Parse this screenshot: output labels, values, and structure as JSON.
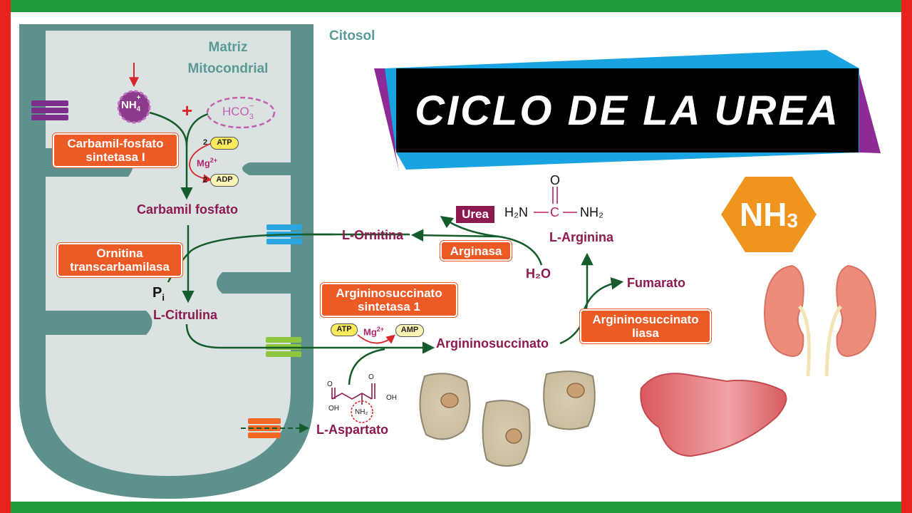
{
  "title": "CICLO DE LA UREA",
  "regions": {
    "cytosol": "Citosol",
    "matrix_line1": "Matriz",
    "matrix_line2": "Mitocondrial"
  },
  "metabolites": {
    "nh4": "NH",
    "nh4_sub": "4",
    "nh4_sup": "+",
    "hco3": "HCO",
    "hco3_sub": "3",
    "hco3_sup": "−",
    "carbamoyl_phosphate": "Carbamil fosfato",
    "citrulline": "L-Citrulina",
    "ornithine": "L-Ornitina",
    "arginine": "L-Arginina",
    "argininosuccinate": "Argininosuccinato",
    "fumarate": "Fumarato",
    "aspartate": "L-Aspartato",
    "water": "H₂O",
    "urea": "Urea",
    "pi_main": "P",
    "pi_sub": "i",
    "plus_sign": "+"
  },
  "cofactors": {
    "atp": "ATP",
    "adp": "ADP",
    "amp": "AMP",
    "coef_2a": "2",
    "coef_2b": "2",
    "mg": "Mg",
    "mg_sup": "2+"
  },
  "enzymes": {
    "cps1_line1": "Carbamil-fosfato",
    "cps1_line2": "sintetasa I",
    "otc_line1": "Ornitina",
    "otc_line2": "transcarbamilasa",
    "ass_line1": "Argininosuccinato",
    "ass_line2": "sintetasa 1",
    "asl_line1": "Argininosuccinato",
    "asl_line2": "liasa",
    "arginase": "Arginasa"
  },
  "urea_formula": {
    "o": "O",
    "left": "H₂N",
    "c": "C",
    "right": "NH₂"
  },
  "aspartate_structure": {
    "o_left": "O",
    "o_right": "O",
    "oh_left": "OH",
    "oh_right": "OH",
    "nh2": "NH₂"
  },
  "nh3_badge": {
    "main": "NH",
    "sub": "3"
  },
  "colors": {
    "frame_green": "#1f9a3c",
    "frame_red": "#e8231b",
    "mitochondria_membrane": "#5e918b",
    "mitochondria_matrix": "#dbe3e2",
    "arrow_green": "#145c2c",
    "metabolite_purple": "#8c1a4e",
    "enzyme_orange": "#ec5b25",
    "nh3_orange": "#f0941e",
    "banner_blue": "#1aa3e3",
    "banner_purple": "#8e2a96"
  }
}
